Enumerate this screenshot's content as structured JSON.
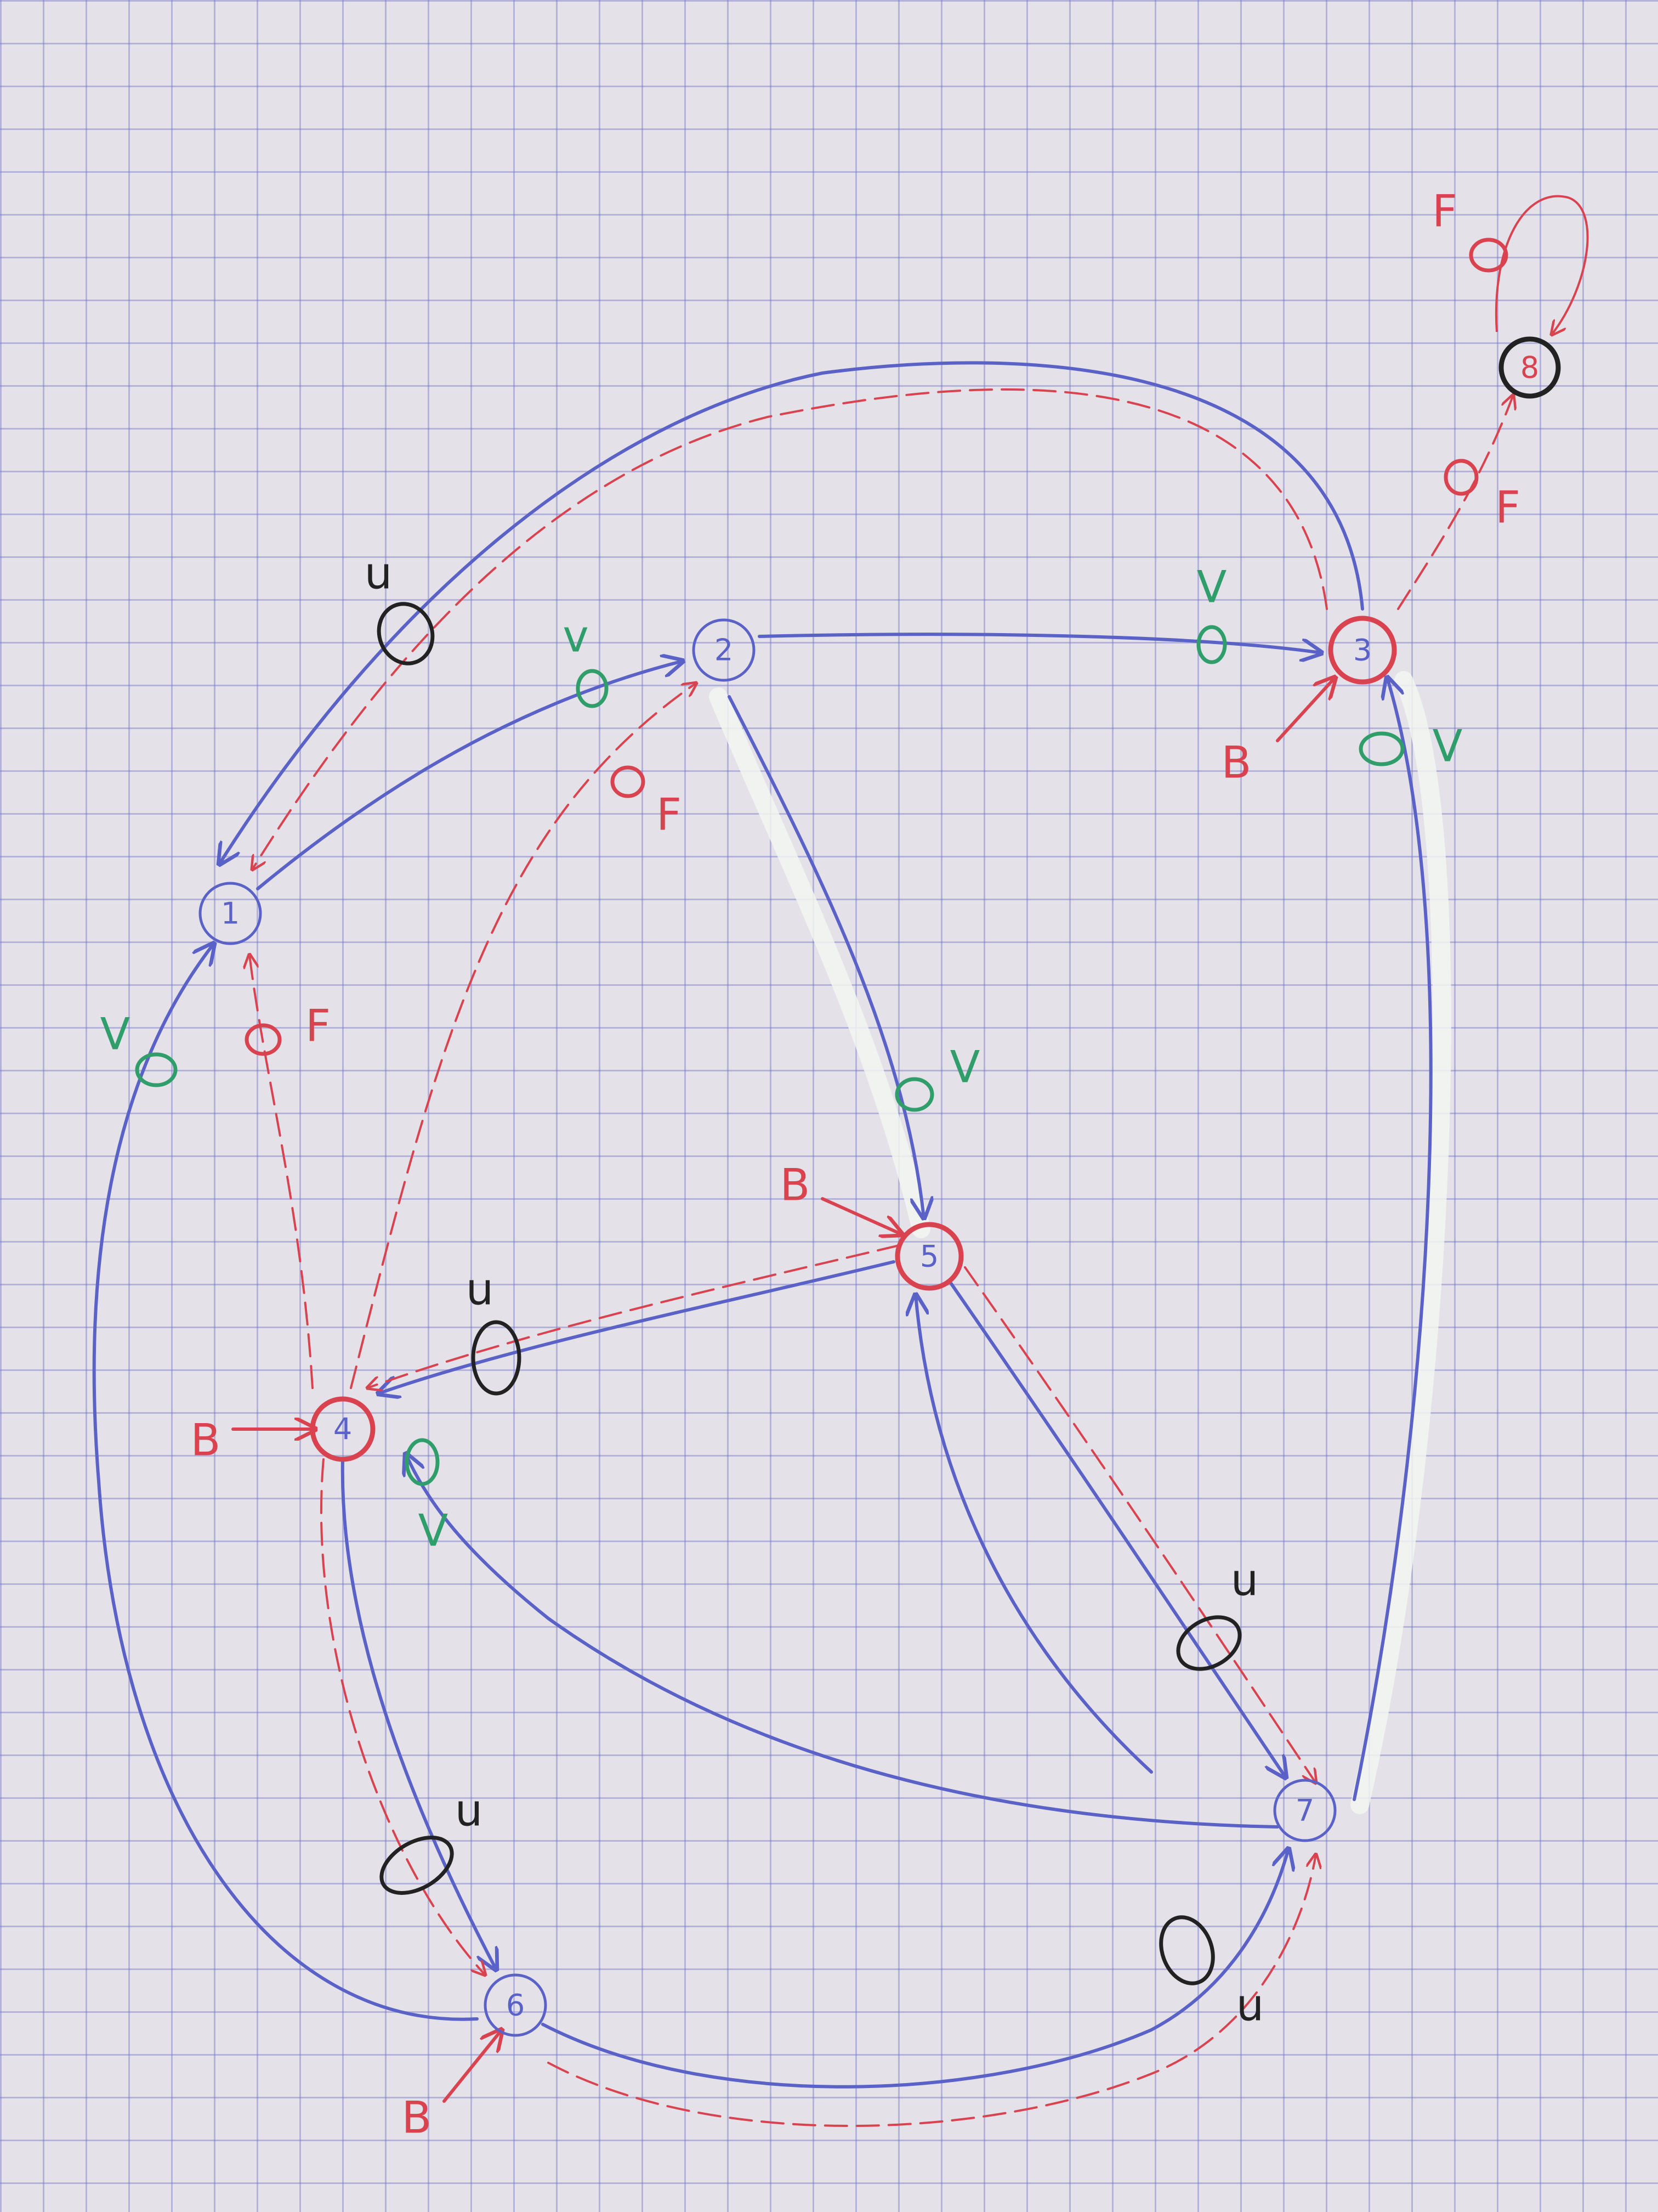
{
  "colors": {
    "edge_blue": "#5a62c8",
    "path_red": "#d9434f",
    "mark_green": "#2f9e6b",
    "mark_black": "#222222",
    "highlight": "#f2f6f0"
  },
  "nodes": [
    {
      "id": "1",
      "label": "1"
    },
    {
      "id": "2",
      "label": "2"
    },
    {
      "id": "3",
      "label": "3"
    },
    {
      "id": "4",
      "label": "4"
    },
    {
      "id": "5",
      "label": "5"
    },
    {
      "id": "6",
      "label": "6"
    },
    {
      "id": "7",
      "label": "7"
    },
    {
      "id": "8",
      "label": "8"
    }
  ],
  "edge_marks": {
    "u": "u",
    "v": "V",
    "v_small": "v",
    "f": "F",
    "b": "B"
  }
}
